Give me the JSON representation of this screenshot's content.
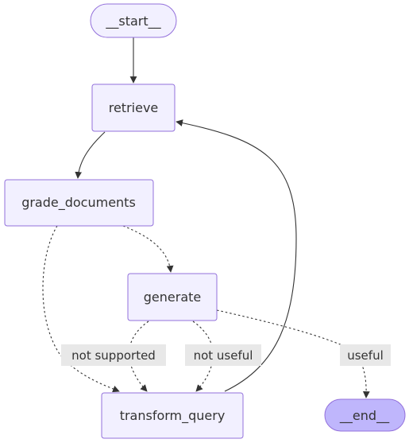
{
  "nodes": {
    "start": {
      "label": "__start__"
    },
    "retrieve": {
      "label": "retrieve"
    },
    "grade_documents": {
      "label": "grade_documents"
    },
    "generate": {
      "label": "generate"
    },
    "transform_query": {
      "label": "transform_query"
    },
    "end": {
      "label": "__end__"
    }
  },
  "edge_labels": {
    "not_supported": "not supported",
    "not_useful": "not useful",
    "useful": "useful"
  },
  "colors": {
    "node_fill": "#f2f0ff",
    "node_stroke": "#9370db",
    "end_fill": "#bfb6fc",
    "edge": "#333333",
    "label_bg": "#e8e8e8"
  }
}
